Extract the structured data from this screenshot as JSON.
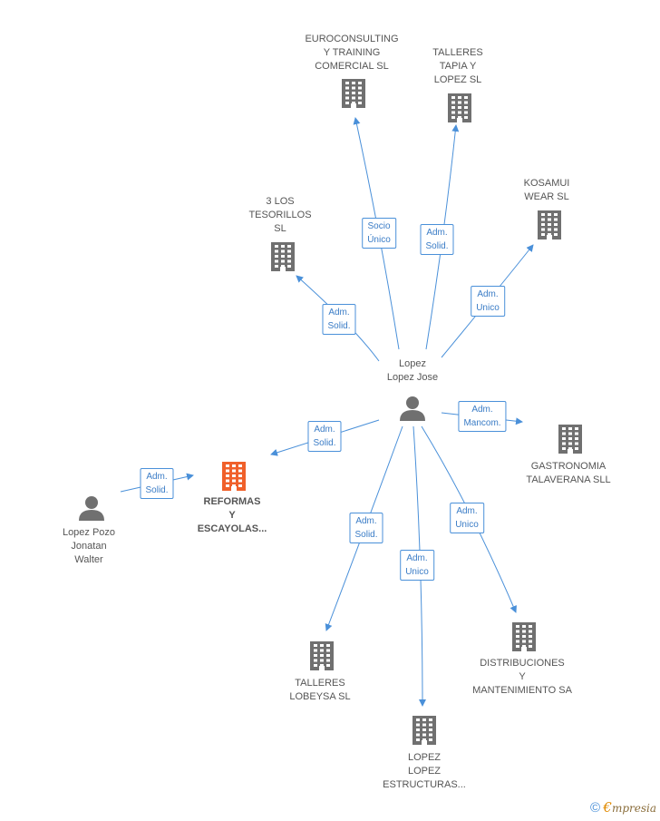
{
  "nodes": [
    {
      "id": "euroconsulting",
      "label": "EUROCONSULTING\nY TRAINING\nCOMERCIAL SL",
      "kind": "company"
    },
    {
      "id": "talleres-tapia",
      "label": "TALLERES\nTAPIA Y\nLOPEZ SL",
      "kind": "company"
    },
    {
      "id": "kosamui",
      "label": "KOSAMUI\nWEAR SL",
      "kind": "company"
    },
    {
      "id": "tesorillos",
      "label": "3 LOS\nTESORILLOS\nSL",
      "kind": "company"
    },
    {
      "id": "lopez-jose",
      "label": "Lopez\nLopez Jose",
      "kind": "person"
    },
    {
      "id": "gastronomia",
      "label": "GASTRONOMIA\nTALAVERANA SLL",
      "kind": "company"
    },
    {
      "id": "reformas",
      "label": "REFORMAS\nY\nESCAYOLAS...",
      "kind": "main"
    },
    {
      "id": "lopez-pozo",
      "label": "Lopez Pozo\nJonatan\nWalter",
      "kind": "person"
    },
    {
      "id": "talleres-lobeysa",
      "label": "TALLERES\nLOBEYSA SL",
      "kind": "company"
    },
    {
      "id": "distribuciones",
      "label": "DISTRIBUCIONES\nY\nMANTENIMIENTO SA",
      "kind": "company"
    },
    {
      "id": "lopez-lopez-estructuras",
      "label": "LOPEZ\nLOPEZ\nESTRUCTURAS...",
      "kind": "company"
    }
  ],
  "edges": [
    {
      "from": "lopez-jose",
      "to": "euroconsulting",
      "label": "Socio\nÚnico"
    },
    {
      "from": "lopez-jose",
      "to": "talleres-tapia",
      "label": "Adm.\nSolid."
    },
    {
      "from": "lopez-jose",
      "to": "kosamui",
      "label": "Adm.\nUnico"
    },
    {
      "from": "lopez-jose",
      "to": "tesorillos",
      "label": "Adm.\nSolid."
    },
    {
      "from": "lopez-jose",
      "to": "gastronomia",
      "label": "Adm.\nMancom."
    },
    {
      "from": "lopez-jose",
      "to": "reformas",
      "label": "Adm.\nSolid."
    },
    {
      "from": "lopez-pozo",
      "to": "reformas",
      "label": "Adm.\nSolid."
    },
    {
      "from": "lopez-jose",
      "to": "talleres-lobeysa",
      "label": "Adm.\nSolid."
    },
    {
      "from": "lopez-jose",
      "to": "lopez-lopez-estructuras",
      "label": "Adm.\nUnico"
    },
    {
      "from": "lopez-jose",
      "to": "distribuciones",
      "label": "Adm.\nUnico"
    }
  ],
  "colors": {
    "edge": "#4a90d9",
    "company": "#707070",
    "main": "#f0602a",
    "person": "#707070"
  },
  "footer": {
    "copyright": "©",
    "brand_initial": "€",
    "brand_rest": "mpresia"
  }
}
